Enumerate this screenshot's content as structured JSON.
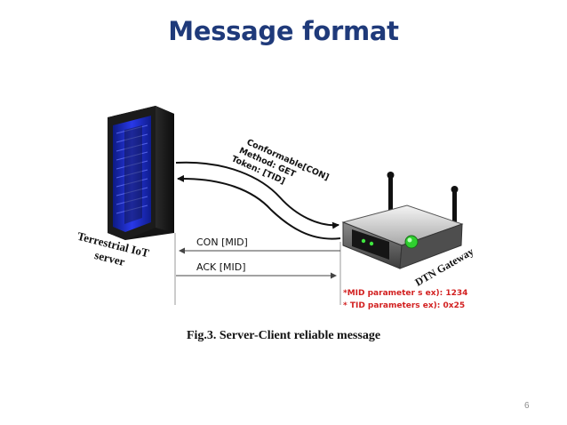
{
  "slide": {
    "title": "Message format",
    "caption": "Fig.3. Server-Client reliable message",
    "page_number": "6"
  },
  "server": {
    "label_line1": "Terrestrial IoT",
    "label_line2": "server"
  },
  "gateway": {
    "label": "DTN Gateway"
  },
  "request_annotation": {
    "line1": "Conformable[CON]",
    "line2": "Method: GET",
    "line3": "Token: [TID]"
  },
  "messages": {
    "con": "CON [MID]",
    "ack": "ACK [MID]"
  },
  "notes": {
    "mid": "*MID parameter s ex): 1234",
    "tid": "* TID parameters ex): 0x25"
  },
  "colors": {
    "title": "#1f3a7a",
    "note": "#d21f1f",
    "server_glow": "#1a2dff",
    "gateway_led": "#31d631"
  }
}
